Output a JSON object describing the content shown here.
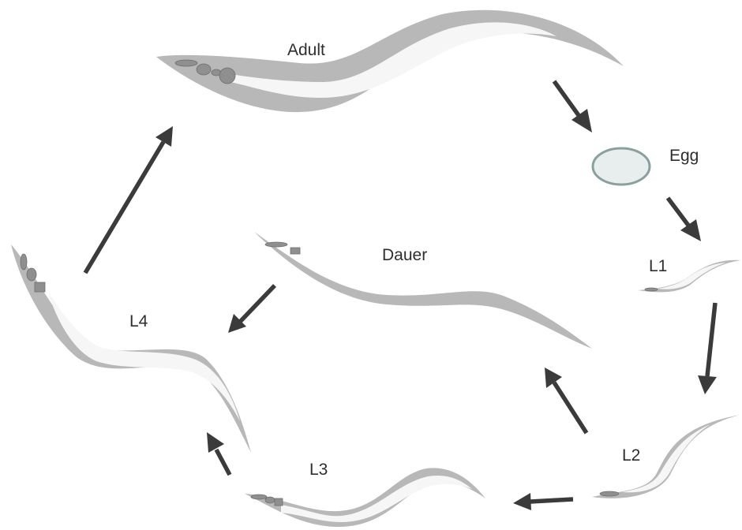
{
  "title": "",
  "stages": {
    "adult": "Adult",
    "egg": "Egg",
    "l1": "L1",
    "l2": "L2",
    "l3": "L3",
    "l4": "L4",
    "dauer": "Dauer"
  },
  "colors": {
    "worm_body": "#b8b8b8",
    "worm_gut": "#f6f6f6",
    "arrow": "#3b3b3b",
    "egg_fill": "#e8eeee",
    "egg_stroke": "#8aa09c",
    "text": "#2e2e2e"
  },
  "arrows": [
    {
      "from": "adult",
      "to": "egg"
    },
    {
      "from": "egg",
      "to": "l1"
    },
    {
      "from": "l1",
      "to": "l2"
    },
    {
      "from": "l2",
      "to": "l3"
    },
    {
      "from": "l2",
      "to": "dauer"
    },
    {
      "from": "l3",
      "to": "l4"
    },
    {
      "from": "dauer",
      "to": "l4"
    },
    {
      "from": "l4",
      "to": "adult"
    }
  ]
}
